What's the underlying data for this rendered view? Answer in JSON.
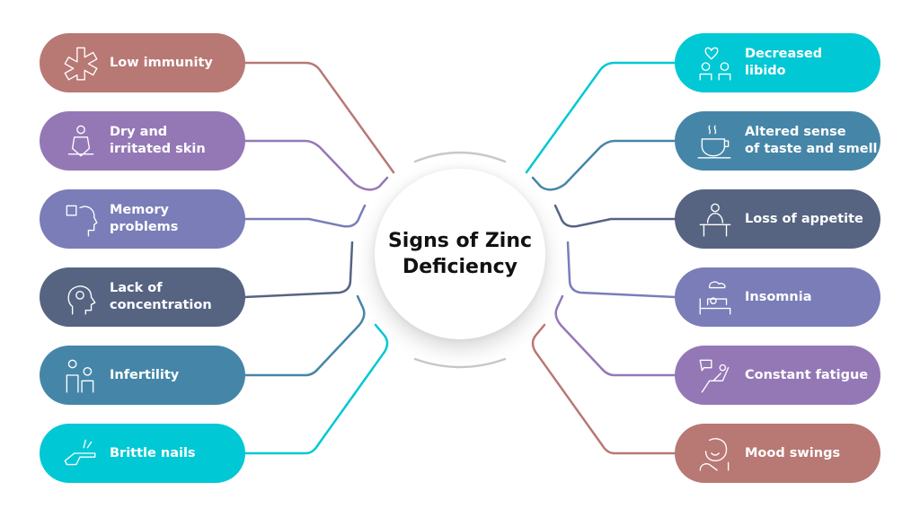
{
  "title": "Signs of Zinc\nDeficiency",
  "left_items": [
    {
      "label": "Low immunity",
      "icon": "medical-star-icon",
      "color": "#b87874"
    },
    {
      "label": "Dry and\nirritated skin",
      "icon": "meditation-icon",
      "color": "#9478b6"
    },
    {
      "label": "Memory\nproblems",
      "icon": "puzzle-head-icon",
      "color": "#7a7db8"
    },
    {
      "label": "Lack of\nconcentration",
      "icon": "head-gears-icon",
      "color": "#566482"
    },
    {
      "label": "Infertility",
      "icon": "family-icon",
      "color": "#4586a8"
    },
    {
      "label": "Brittle nails",
      "icon": "hand-pointing-icon",
      "color": "#00c8d4"
    }
  ],
  "right_items": [
    {
      "label": "Decreased\nlibido",
      "icon": "couple-broken-heart-icon",
      "color": "#00c8d4"
    },
    {
      "label": "Altered sense\nof taste and smell",
      "icon": "coffee-cup-icon",
      "color": "#4586a8"
    },
    {
      "label": "Loss of appetite",
      "icon": "person-at-table-icon",
      "color": "#566482"
    },
    {
      "label": "Insomnia",
      "icon": "bed-cloud-icon",
      "color": "#7a7db8"
    },
    {
      "label": "Constant fatigue",
      "icon": "tired-person-chair-icon",
      "color": "#9478b6"
    },
    {
      "label": "Mood swings",
      "icon": "mood-face-icon",
      "color": "#b87874"
    }
  ],
  "arc_color": "#c8c8c8"
}
